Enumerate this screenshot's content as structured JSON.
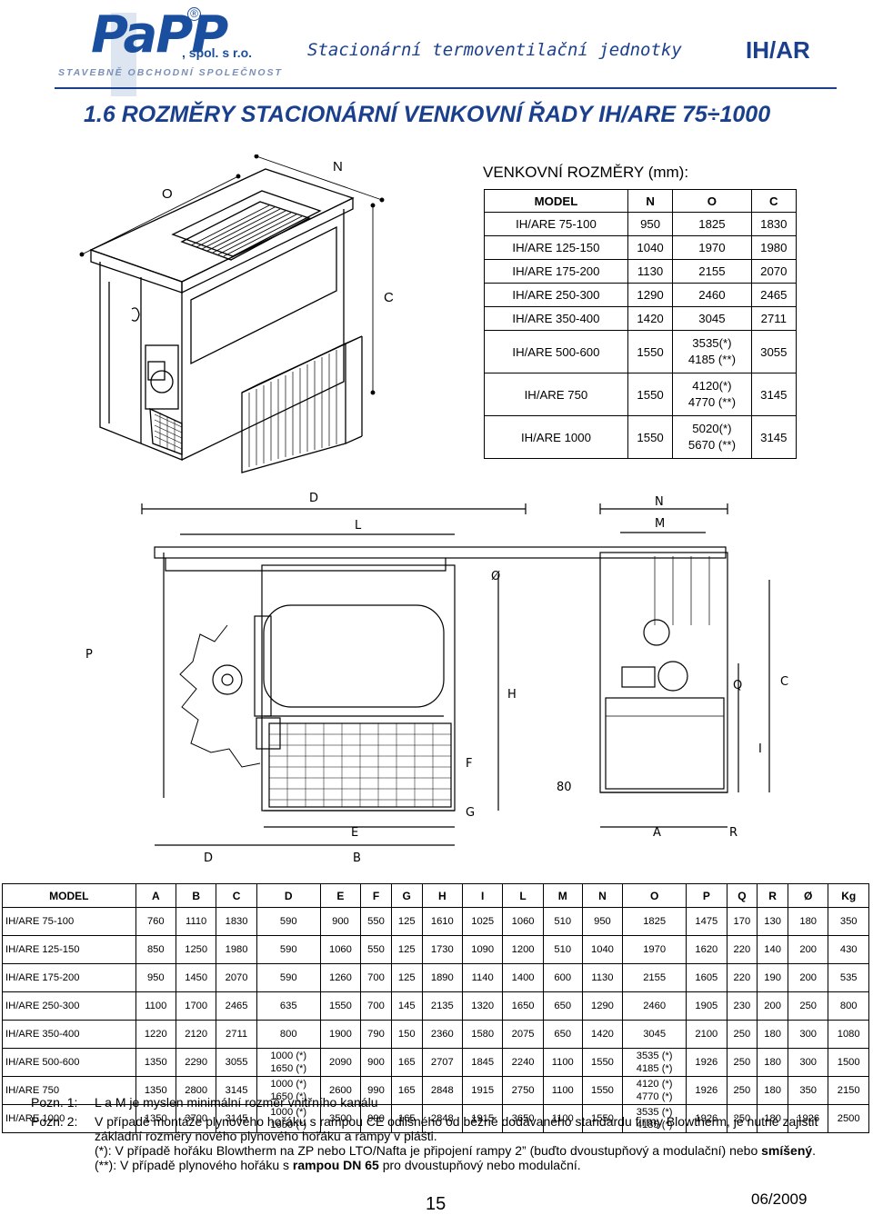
{
  "header": {
    "logo_word": "PaPP",
    "logo_spol": ", spol. s r.o.",
    "logo_sub": "STAVEBNĚ OBCHODNÍ SPOLEČNOST",
    "subtitle": "Stacionární termoventilační jednotky",
    "code": "IH/AR"
  },
  "section_title": "1.6 ROZMĚRY STACIONÁRNÍ VENKOVNÍ ŘADY IH/ARE 75÷1000",
  "diagram1": {
    "label_O": "O",
    "label_N": "N",
    "label_C": "C"
  },
  "outer_table": {
    "title": "VENKOVNÍ ROZMĚRY (mm):",
    "headers": [
      "MODEL",
      "N",
      "O",
      "C"
    ],
    "rows": [
      [
        "IH/ARE 75-100",
        "950",
        "1825",
        "",
        "1830"
      ],
      [
        "IH/ARE 125-150",
        "1040",
        "1970",
        "",
        "1980"
      ],
      [
        "IH/ARE 175-200",
        "1130",
        "2155",
        "",
        "2070"
      ],
      [
        "IH/ARE 250-300",
        "1290",
        "2460",
        "",
        "2465"
      ],
      [
        "IH/ARE 350-400",
        "1420",
        "3045",
        "",
        "2711"
      ],
      [
        "IH/ARE 500-600",
        "1550",
        "3535(*)",
        "4185 (**)",
        "3055"
      ],
      [
        "IH/ARE 750",
        "1550",
        "4120(*)",
        "4770 (**)",
        "3145"
      ],
      [
        "IH/ARE 1000",
        "1550",
        "5020(*)",
        "5670 (**)",
        "3145"
      ]
    ]
  },
  "diagram2": {
    "labels": [
      "D",
      "L",
      "N",
      "M",
      "P",
      "Ø",
      "H",
      "Q",
      "C",
      "I",
      "F",
      "G",
      "80",
      "E",
      "A",
      "R",
      "D",
      "B"
    ]
  },
  "dims_table": {
    "headers": [
      "MODEL",
      "A",
      "B",
      "C",
      "D",
      "E",
      "F",
      "G",
      "H",
      "I",
      "L",
      "M",
      "N",
      "O",
      "P",
      "Q",
      "R",
      "Ø",
      "Kg"
    ],
    "rows": [
      [
        "IH/ARE 75-100",
        "760",
        "1110",
        "1830",
        "590",
        "",
        "900",
        "550",
        "125",
        "1610",
        "1025",
        "1060",
        "510",
        "950",
        "1825",
        "",
        "1475",
        "170",
        "130",
        "180",
        "350"
      ],
      [
        "IH/ARE 125-150",
        "850",
        "1250",
        "1980",
        "590",
        "",
        "1060",
        "550",
        "125",
        "1730",
        "1090",
        "1200",
        "510",
        "1040",
        "1970",
        "",
        "1620",
        "220",
        "140",
        "200",
        "430"
      ],
      [
        "IH/ARE 175-200",
        "950",
        "1450",
        "2070",
        "590",
        "",
        "1260",
        "700",
        "125",
        "1890",
        "1140",
        "1400",
        "600",
        "1130",
        "2155",
        "",
        "1605",
        "220",
        "190",
        "200",
        "535"
      ],
      [
        "IH/ARE 250-300",
        "1100",
        "1700",
        "2465",
        "635",
        "",
        "1550",
        "700",
        "145",
        "2135",
        "1320",
        "1650",
        "650",
        "1290",
        "2460",
        "",
        "1905",
        "230",
        "200",
        "250",
        "800"
      ],
      [
        "IH/ARE 350-400",
        "1220",
        "2120",
        "2711",
        "800",
        "",
        "1900",
        "790",
        "150",
        "2360",
        "1580",
        "2075",
        "650",
        "1420",
        "3045",
        "",
        "2100",
        "250",
        "180",
        "300",
        "1080"
      ],
      [
        "IH/ARE 500-600",
        "1350",
        "2290",
        "3055",
        "1000 (*)",
        "1650 (*)",
        "2090",
        "900",
        "165",
        "2707",
        "1845",
        "2240",
        "1100",
        "1550",
        "3535 (*)",
        "4185 (*)",
        "1926",
        "250",
        "180",
        "300",
        "1500"
      ],
      [
        "IH/ARE 750",
        "1350",
        "2800",
        "3145",
        "1000 (*)",
        "1650 (*)",
        "2600",
        "990",
        "165",
        "2848",
        "1915",
        "2750",
        "1100",
        "1550",
        "4120 (*)",
        "4770 (*)",
        "1926",
        "250",
        "180",
        "350",
        "2150"
      ],
      [
        "IH/ARE 1000",
        "1350",
        "3700",
        "3145",
        "1000 (*)",
        "1650 (*)",
        "3500",
        "990",
        "165",
        "2848",
        "1915",
        "3650",
        "1100",
        "1550",
        "3535 (*)",
        "4185 (*)",
        "1926",
        "250",
        "180",
        "1926",
        "2500"
      ]
    ]
  },
  "notes": {
    "pozn1_label": "Pozn. 1:",
    "pozn1_text": "L a  M je myslen minimální rozměr vnitřního kanálu",
    "pozn2_label": "Pozn. 2:",
    "pozn2_line1": "V případě montáže plynového hořáku s rampou CE odlišného od běžně dodávaného standardu firmy Blowtherm, je nutné zajistit",
    "pozn2_line2": "základní rozměry nového plynového hořáku a rampy v plášti.",
    "star1_a": "(*): V případě hořáku Blowtherm na ZP nebo LTO/Nafta je připojení rampy 2” (buďto dvoustupňový a modulační) nebo ",
    "star1_b": "smíšený",
    "star1_c": ".",
    "star2_a": "(**): V případě plynového hořáku s ",
    "star2_b": "rampou DN 65",
    "star2_c": " pro dvoustupňový nebo modulační."
  },
  "footer": {
    "page": "15",
    "date": "06/2009"
  }
}
